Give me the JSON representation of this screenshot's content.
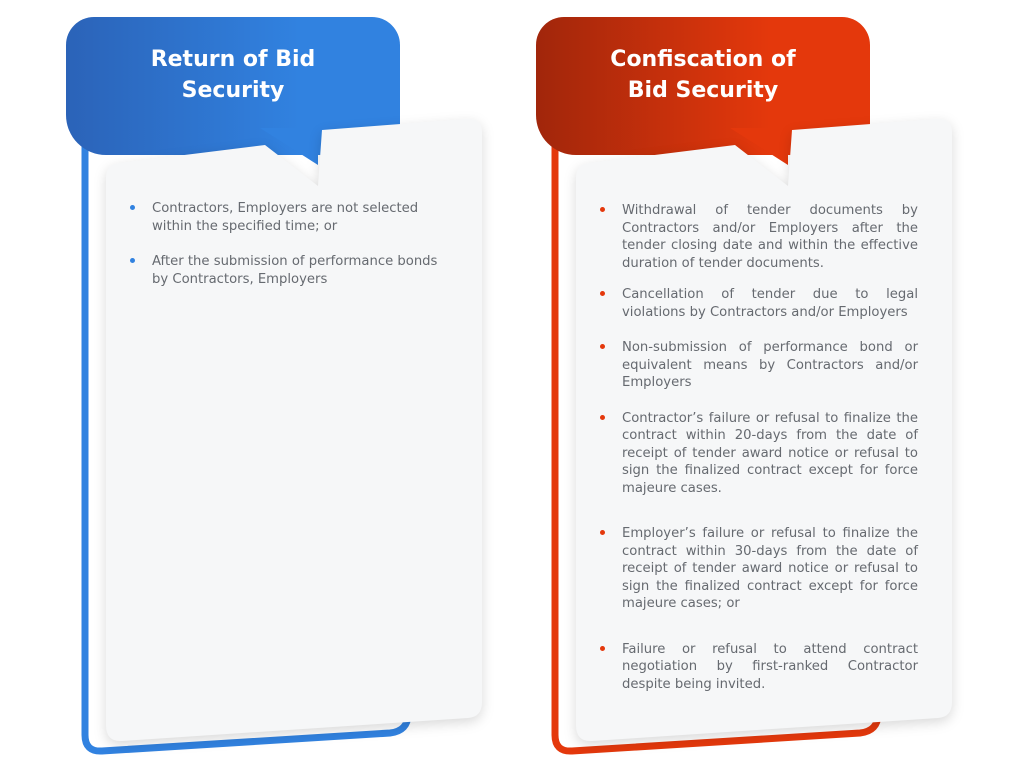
{
  "panels": [
    {
      "id": "return",
      "title": "Return of Bid Security",
      "title_lines": [
        "Return of Bid",
        "Security"
      ],
      "accent": "#3182e0",
      "accent_dark": "#2b63b8",
      "items": [
        "Contractors, Employers are not selected within the specified time; or",
        "After the submission of performance bonds by Contractors, Employers"
      ]
    },
    {
      "id": "confiscation",
      "title": "Confiscation of Bid Security",
      "title_lines": [
        "Confiscation of",
        "Bid Security"
      ],
      "accent": "#e4380c",
      "accent_dark": "#a1260b",
      "items": [
        "Withdrawal of tender documents by Contractors and/or Employers after the tender closing date and within the effective duration of tender documents.",
        "Cancellation of tender due to legal violations by Contractors and/or Employers",
        "Non-submission of performance bond or equivalent means by Contractors and/or Employers",
        "Contractor’s failure or refusal to finalize the contract within 20-days from the date of receipt of tender award notice or refusal to sign the finalized contract except for force majeure cases.",
        "Employer’s failure or refusal to finalize the contract within 30-days from the date of receipt of tender award notice or refusal to sign the finalized contract except for force majeure cases; or",
        "Failure or refusal to attend contract negotiation by first-ranked Contractor despite being invited."
      ]
    }
  ]
}
